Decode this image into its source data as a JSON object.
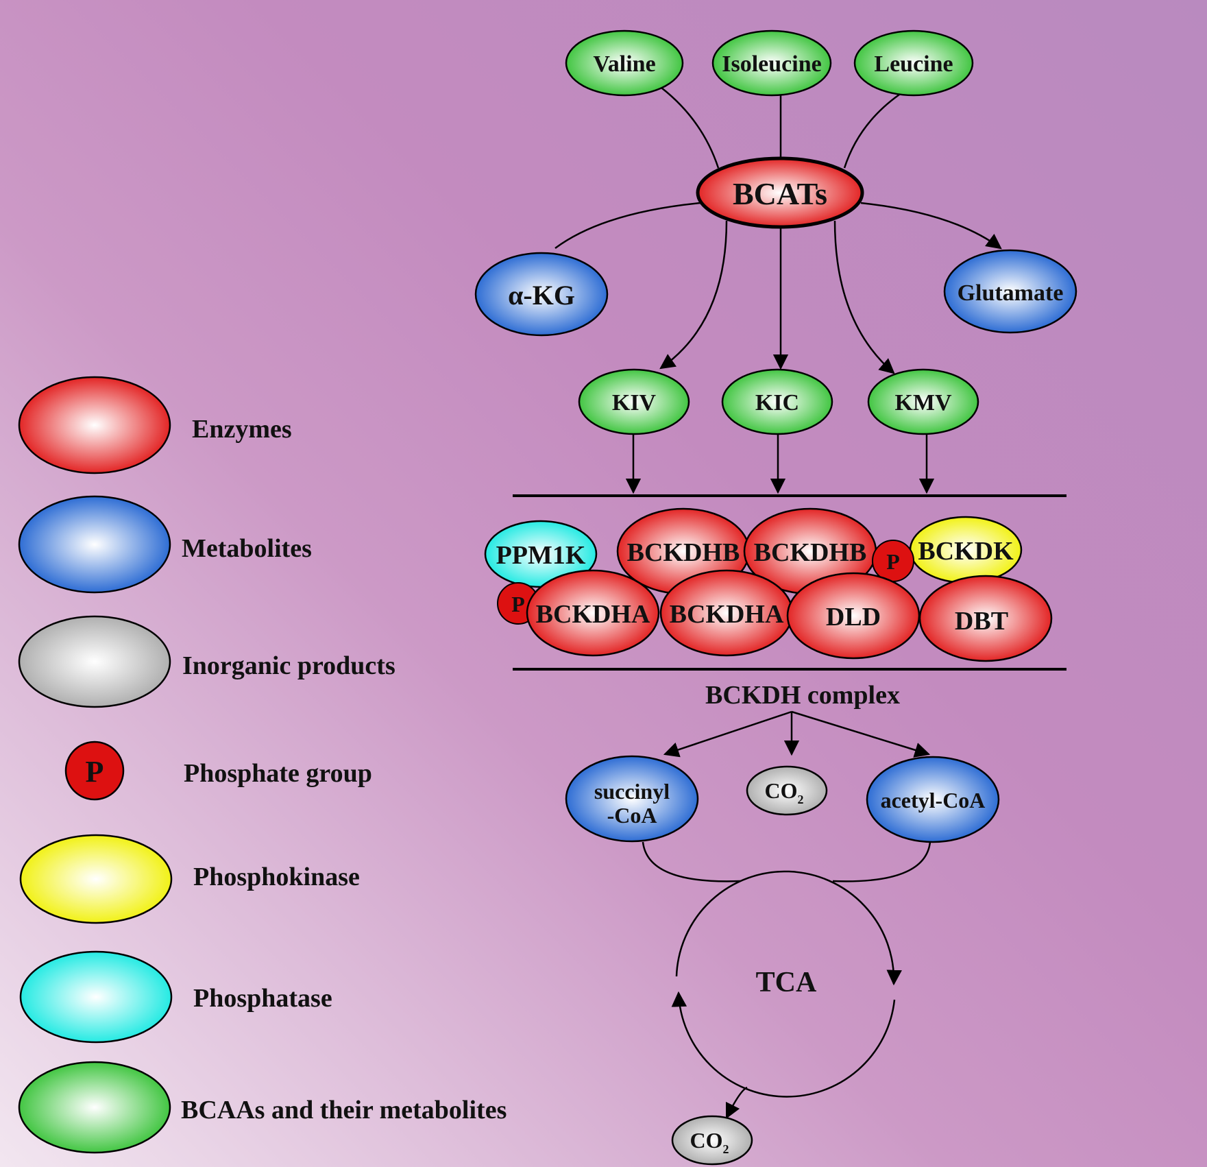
{
  "colors": {
    "enzyme": "#e01010",
    "metabolite": "#1a5fd0",
    "inorganic": "#a8a8a8",
    "phosphate": "#dd1111",
    "phosphokinase": "#f0f000",
    "phosphatase": "#10e8e0",
    "bcaa": "#30c030"
  },
  "legend": {
    "enzymes": "Enzymes",
    "metabolites": "Metabolites",
    "inorganic": "Inorganic products",
    "phosphate_symbol": "P",
    "phosphate": "Phosphate group",
    "phosphokinase": "Phosphokinase",
    "phosphatase": "Phosphatase",
    "bcaa": "BCAAs and their metabolites"
  },
  "nodes": {
    "valine": "Valine",
    "isoleucine": "Isoleucine",
    "leucine": "Leucine",
    "bcats": "BCATs",
    "akg": "α-KG",
    "glutamate": "Glutamate",
    "kiv": "KIV",
    "kic": "KIC",
    "kmv": "KMV",
    "ppm1k": "PPM1K",
    "bckdhb_1": "BCKDHB",
    "bckdhb_2": "BCKDHB",
    "bckdk": "BCKDK",
    "bckdha_1": "BCKDHA",
    "bckdha_2": "BCKDHA",
    "dld": "DLD",
    "dbt": "DBT",
    "phos_1": "P",
    "phos_2": "P",
    "complex": "BCKDH complex",
    "succinyl_1": "succinyl",
    "succinyl_2": "-CoA",
    "co2_main": "CO",
    "co2_sub": "2",
    "acetyl": "acetyl-CoA",
    "tca": "TCA",
    "co2_out_main": "CO",
    "co2_out_sub": "2"
  }
}
